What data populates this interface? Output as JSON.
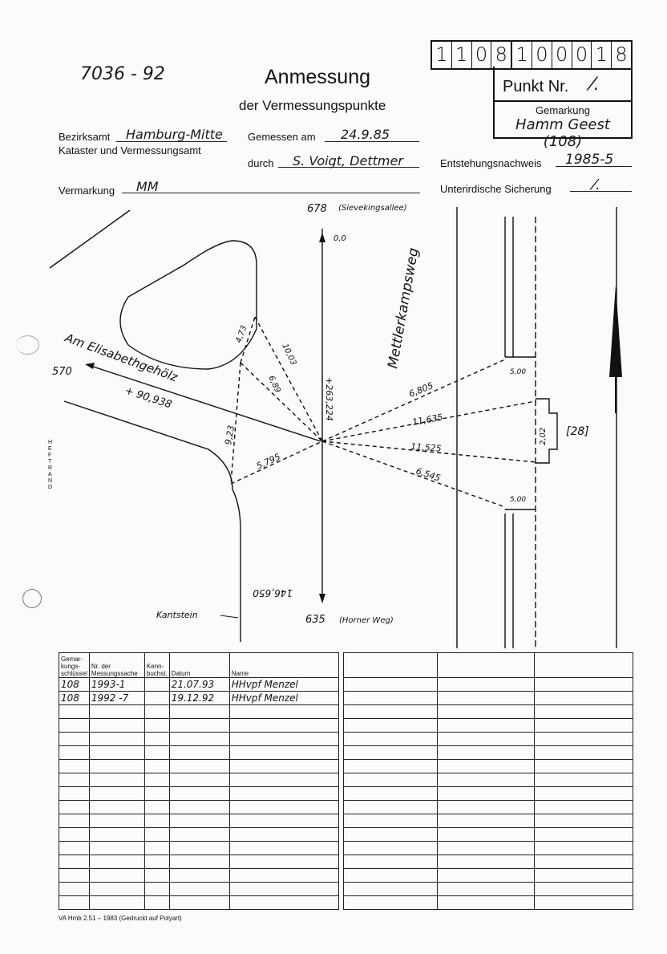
{
  "file_no": "7036 - 92",
  "title": "Anmessung",
  "subtitle": "der Vermessungspunkte",
  "number_digits": [
    "1",
    "1",
    "0",
    "8",
    "1",
    "0",
    "0",
    "0",
    "1",
    "8"
  ],
  "punkt": {
    "label": "Punkt Nr.",
    "value": "⁄."
  },
  "gemarkung": {
    "label": "Gemarkung",
    "value": "Hamm Geest (108)"
  },
  "bezirksamt": {
    "label": "Bezirksamt",
    "value": "Hamburg-Mitte",
    "sub": "Kataster und Vermessungsamt"
  },
  "gemessen": {
    "label": "Gemessen am",
    "value": "24.9.85"
  },
  "durch": {
    "label": "durch",
    "value": "S. Voigt, Dettmer"
  },
  "entstehung": {
    "label": "Entstehungsnachweis",
    "value": "1985-5"
  },
  "vermarkung": {
    "label": "Vermarkung",
    "value": "MM"
  },
  "sicherung": {
    "label": "Unterirdische Sicherung",
    "value": "⁄."
  },
  "heftrand": "HEFTRAND",
  "sketch": {
    "top_point": "678",
    "top_street": "(Sievekingsallee)",
    "zero": "0,0",
    "street_vertical": "Mettlerkampsweg",
    "street_diag": "Am Elisabethgehölz",
    "left_point": "570",
    "diag_dist": "+ 90,938",
    "bottom_point": "635",
    "bottom_street": "(Horner Weg)",
    "axis_mid": "+263,224",
    "axis_end": "146,650",
    "kantstein": "Kantstein",
    "d_473": "4,73",
    "d_1003": "10,03",
    "d_689": "6,89",
    "d_923": "9,23",
    "d_5795": "5,795",
    "d_6805": "6,805",
    "d_11635": "11,635",
    "d_11525": "11,525",
    "d_6545": "6,545",
    "d_500a": "5,00",
    "d_500b": "5,00",
    "d_202": "2,02",
    "house_no": "[28]"
  },
  "table": {
    "headers": [
      "Gemar-kungs-schlüssel",
      "Nr. der Messungssache",
      "Kenn-buchst.",
      "Datum",
      "Name"
    ],
    "rows": [
      [
        "108",
        "1993-1",
        "",
        "21.07.93",
        "HHvpf   Menzel"
      ],
      [
        "108",
        "1992 -7",
        "",
        "19.12.92",
        "HHvpf   Menzel"
      ]
    ]
  },
  "footer": "VA Hmb 2.51 – 1983 (Gedruckt auf Polyart)"
}
